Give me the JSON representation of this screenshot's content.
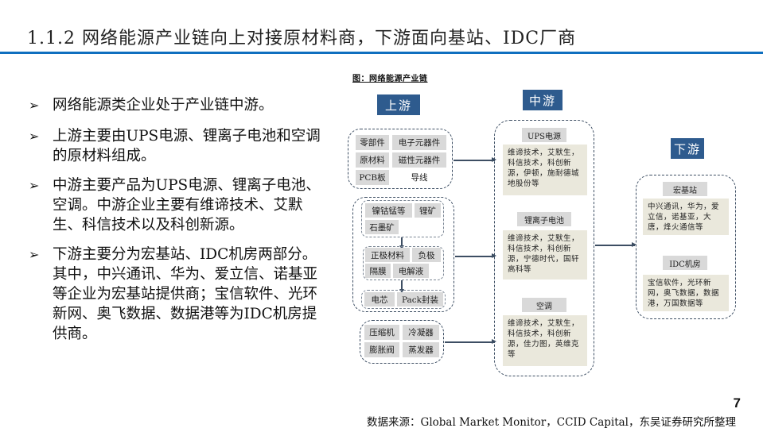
{
  "header": {
    "title": "1.1.2 网络能源产业链向上对接原材料商，下游面向基站、IDC厂商",
    "accent_color": "#0f6fbf"
  },
  "bullets": [
    {
      "marker": "➢",
      "text": "网络能源类企业处于产业链中游。"
    },
    {
      "marker": "➢",
      "text": "上游主要由UPS电源、锂离子电池和空调的原材料组成。"
    },
    {
      "marker": "➢",
      "text": "中游主要产品为UPS电源、锂离子电池、空调。中游企业主要有维谛技术、艾默生、科信技术以及科创新源。"
    },
    {
      "marker": "➢",
      "text": "下游主要分为宏基站、IDC机房两部分。其中，中兴通讯、华为、爱立信、诺基亚等企业为宏基站提供商；宝信软件、光环新网、奥飞数据、数据港等为IDC机房提供商。"
    }
  ],
  "figure": {
    "caption": "图：网络能源产业链",
    "label_color": "#2e5b8e",
    "upstream": {
      "label": "上游",
      "ups_group": [
        "零部件",
        "电子元器件",
        "原材料",
        "磁性元器件",
        "PCB板",
        "导线"
      ],
      "battery_group": {
        "raw": [
          "镍钴锰等",
          "锂矿",
          "石墨矿"
        ],
        "materials": [
          "正极材料",
          "负极",
          "隔膜",
          "电解液"
        ],
        "cell": [
          "电芯",
          "Pack封装"
        ]
      },
      "ac_group": [
        "压缩机",
        "冷凝器",
        "膨胀阀",
        "蒸发器"
      ]
    },
    "midstream": {
      "label": "中游",
      "items": [
        {
          "name": "UPS电源",
          "desc": "维谛技术，艾默生，科信技术，科创新源，伊顿，施耐德城地股份等"
        },
        {
          "name": "锂离子电池",
          "desc": "维谛技术，艾默生，科信技术，科创新源，宁德时代，国轩高科等"
        },
        {
          "name": "空调",
          "desc": "维谛技术，艾默生，科信技术，科创新源，佳力图，英维克等"
        }
      ]
    },
    "downstream": {
      "label": "下游",
      "items": [
        {
          "name": "宏基站",
          "desc": "中兴通讯，华为，爱立信，诺基亚，大唐，烽火通信等"
        },
        {
          "name": "IDC机房",
          "desc": "宝信软件，光环新网，奥飞数据，数据港，万国数据等"
        }
      ]
    }
  },
  "footer": {
    "page_number": "7",
    "source": "数据来源：Global Market Monitor，CCID Capital，东吴证券研究所整理"
  }
}
